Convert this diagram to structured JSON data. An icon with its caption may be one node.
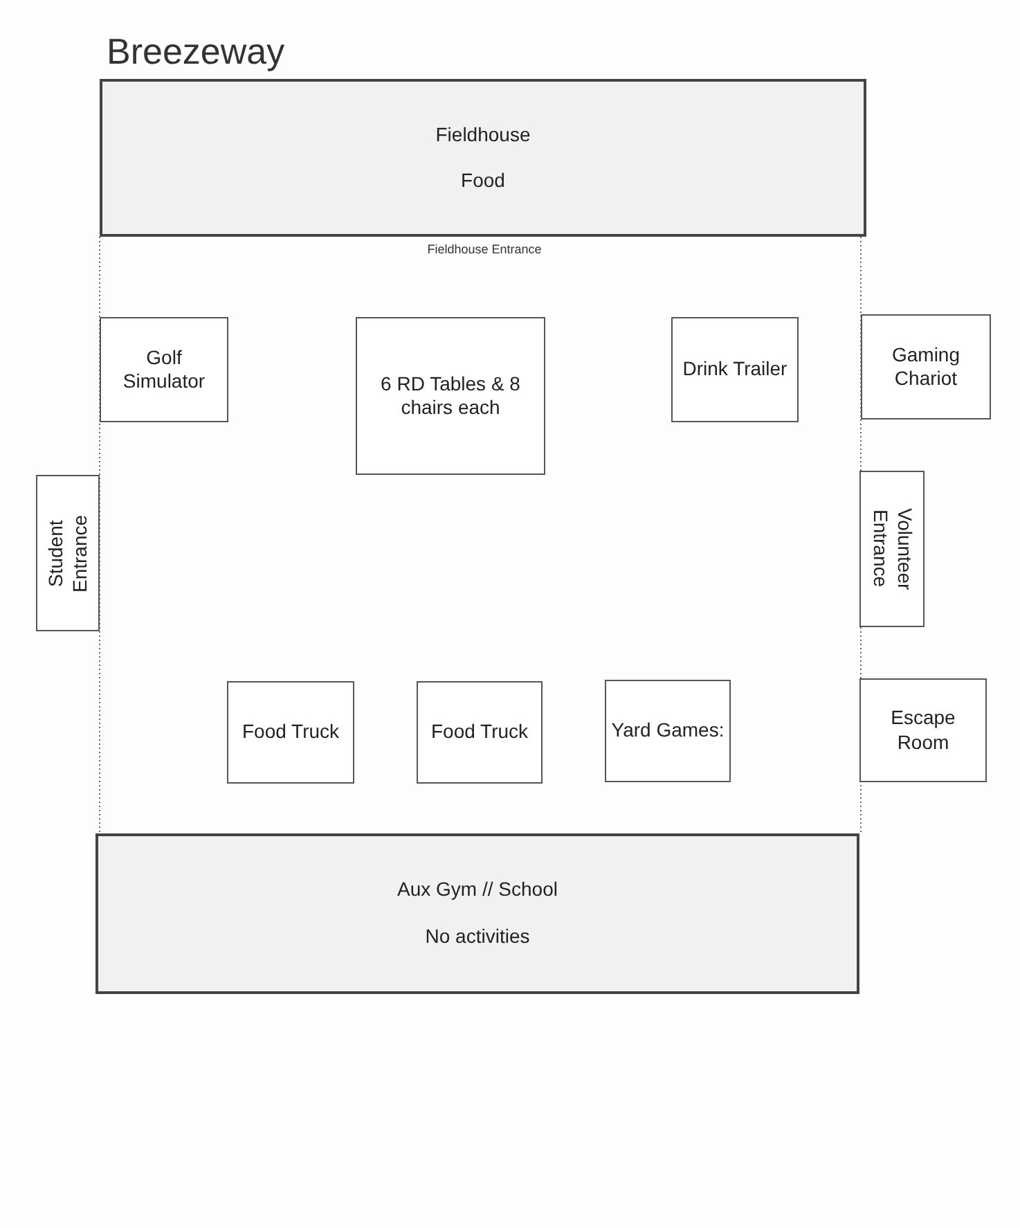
{
  "diagram": {
    "title": "Breezeway",
    "nodes": [
      {
        "text": [
          "Fieldhouse",
          "Food"
        ]
      },
      {
        "text": [
          "Golf Simulator"
        ]
      },
      {
        "text": [
          "6 RD Tables & 8 chairs each"
        ]
      },
      {
        "text": [
          "Drink Trailer"
        ]
      },
      {
        "text": [
          "Gaming Chariot"
        ]
      },
      {
        "text": [
          "Student Entrance"
        ]
      },
      {
        "text": [
          "Volunteer Entrance"
        ]
      },
      {
        "text": [
          "Food Truck"
        ]
      },
      {
        "text": [
          "Food Truck"
        ]
      },
      {
        "text": [
          "Yard Games:"
        ]
      },
      {
        "text": [
          "Escape Room"
        ]
      },
      {
        "text": [
          "Aux Gym // School",
          "No activities"
        ]
      }
    ],
    "labels": [
      "Fieldhouse Entrance"
    ]
  }
}
